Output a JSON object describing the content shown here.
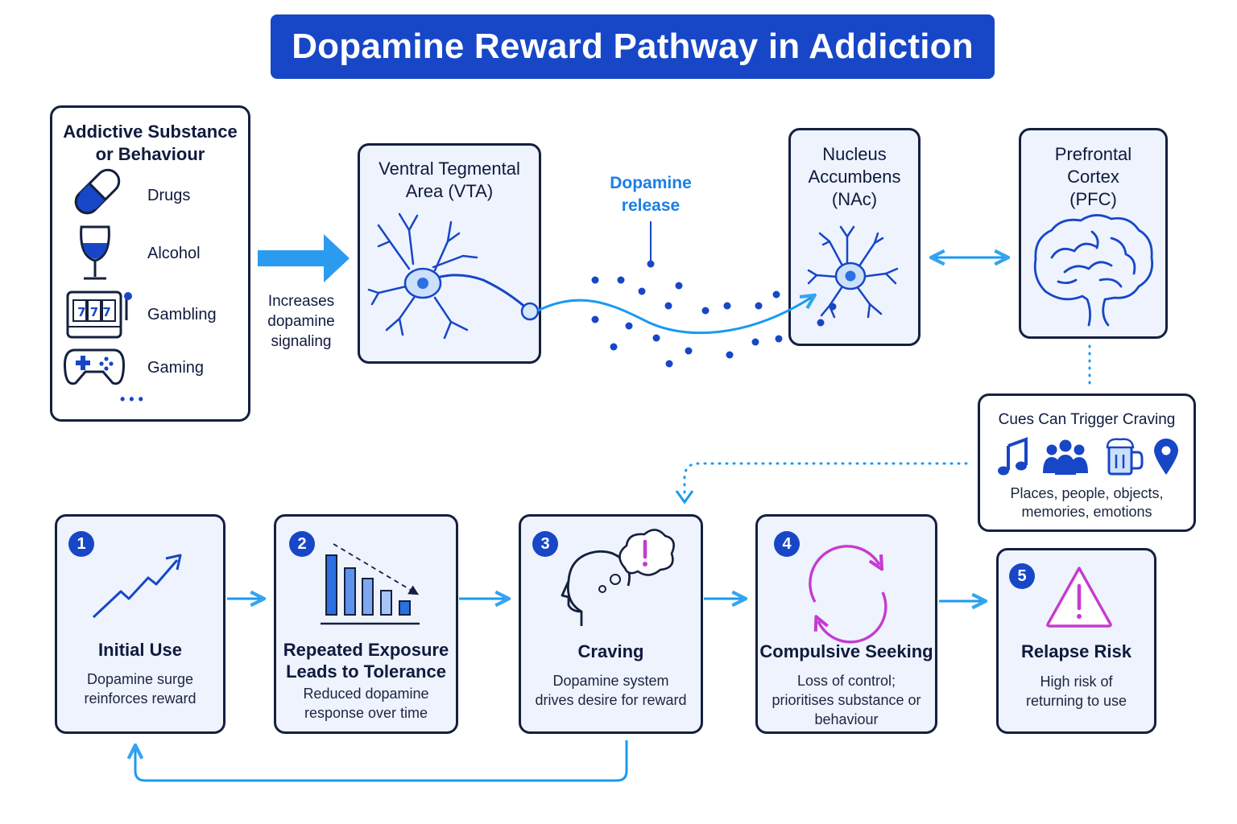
{
  "title": "Dopamine Reward Pathway in Addiction",
  "sources": {
    "heading": "Addictive Substance or Behaviour",
    "items": [
      {
        "label": "Drugs",
        "icon": "pill-icon"
      },
      {
        "label": "Alcohol",
        "icon": "wine-glass-icon"
      },
      {
        "label": "Gambling",
        "icon": "slot-machine-icon"
      },
      {
        "label": "Gaming",
        "icon": "gamepad-icon"
      }
    ],
    "more": "• • •"
  },
  "increases_note": "Increases dopamine signaling",
  "vta": {
    "heading": "Ventral Tegmental Area (VTA)"
  },
  "dopamine_release": "Dopamine release",
  "nac": {
    "heading": "Nucleus Accumbens (NAc)"
  },
  "pfc": {
    "heading": "Prefrontal Cortex (PFC)"
  },
  "cues": {
    "heading": "Cues Can Trigger Craving",
    "description": "Places, people, objects, memories, emotions",
    "slot_reels": "7 7 7"
  },
  "stages": [
    {
      "number": "1",
      "title": "Initial Use",
      "description": "Dopamine surge reinforces reward"
    },
    {
      "number": "2",
      "title": "Repeated Exposure Leads to Tolerance",
      "description": "Reduced dopamine response over time"
    },
    {
      "number": "3",
      "title": "Craving",
      "description": "Dopamine system drives desire for reward"
    },
    {
      "number": "4",
      "title": "Compulsive Seeking",
      "description": "Loss of control; prioritises substance or behaviour"
    },
    {
      "number": "5",
      "title": "Relapse Risk",
      "description": "High risk of returning to use"
    }
  ],
  "colors": {
    "title_bg": "#1747c6",
    "accent_blue": "#1a7fe6",
    "light_blue": "#35a4f0",
    "dark_outline": "#15203f",
    "magenta": "#c53bd0",
    "box_tint": "#eef3fd"
  }
}
